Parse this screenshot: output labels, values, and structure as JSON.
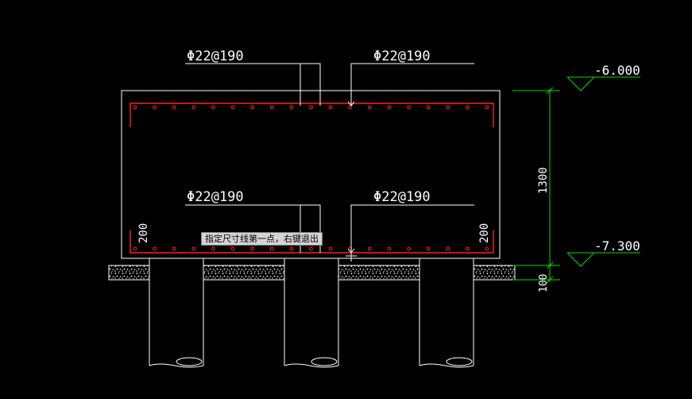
{
  "colors": {
    "background": "#000000",
    "outline": "#ffffff",
    "rebar": "#ff2020",
    "dimension": "#00dd00"
  },
  "rebar_labels": {
    "top_left": "Φ22@190",
    "top_right": "Φ22@190",
    "bottom_left": "Φ22@190",
    "bottom_right": "Φ22@190"
  },
  "cover_dims": {
    "left": "200",
    "right": "200"
  },
  "elevations": {
    "top": "-6.000",
    "bottom": "-7.300"
  },
  "dimensions": {
    "height": "1300",
    "cushion": "100"
  },
  "prompt": {
    "text": "指定尺寸线第一点，右键退出"
  }
}
